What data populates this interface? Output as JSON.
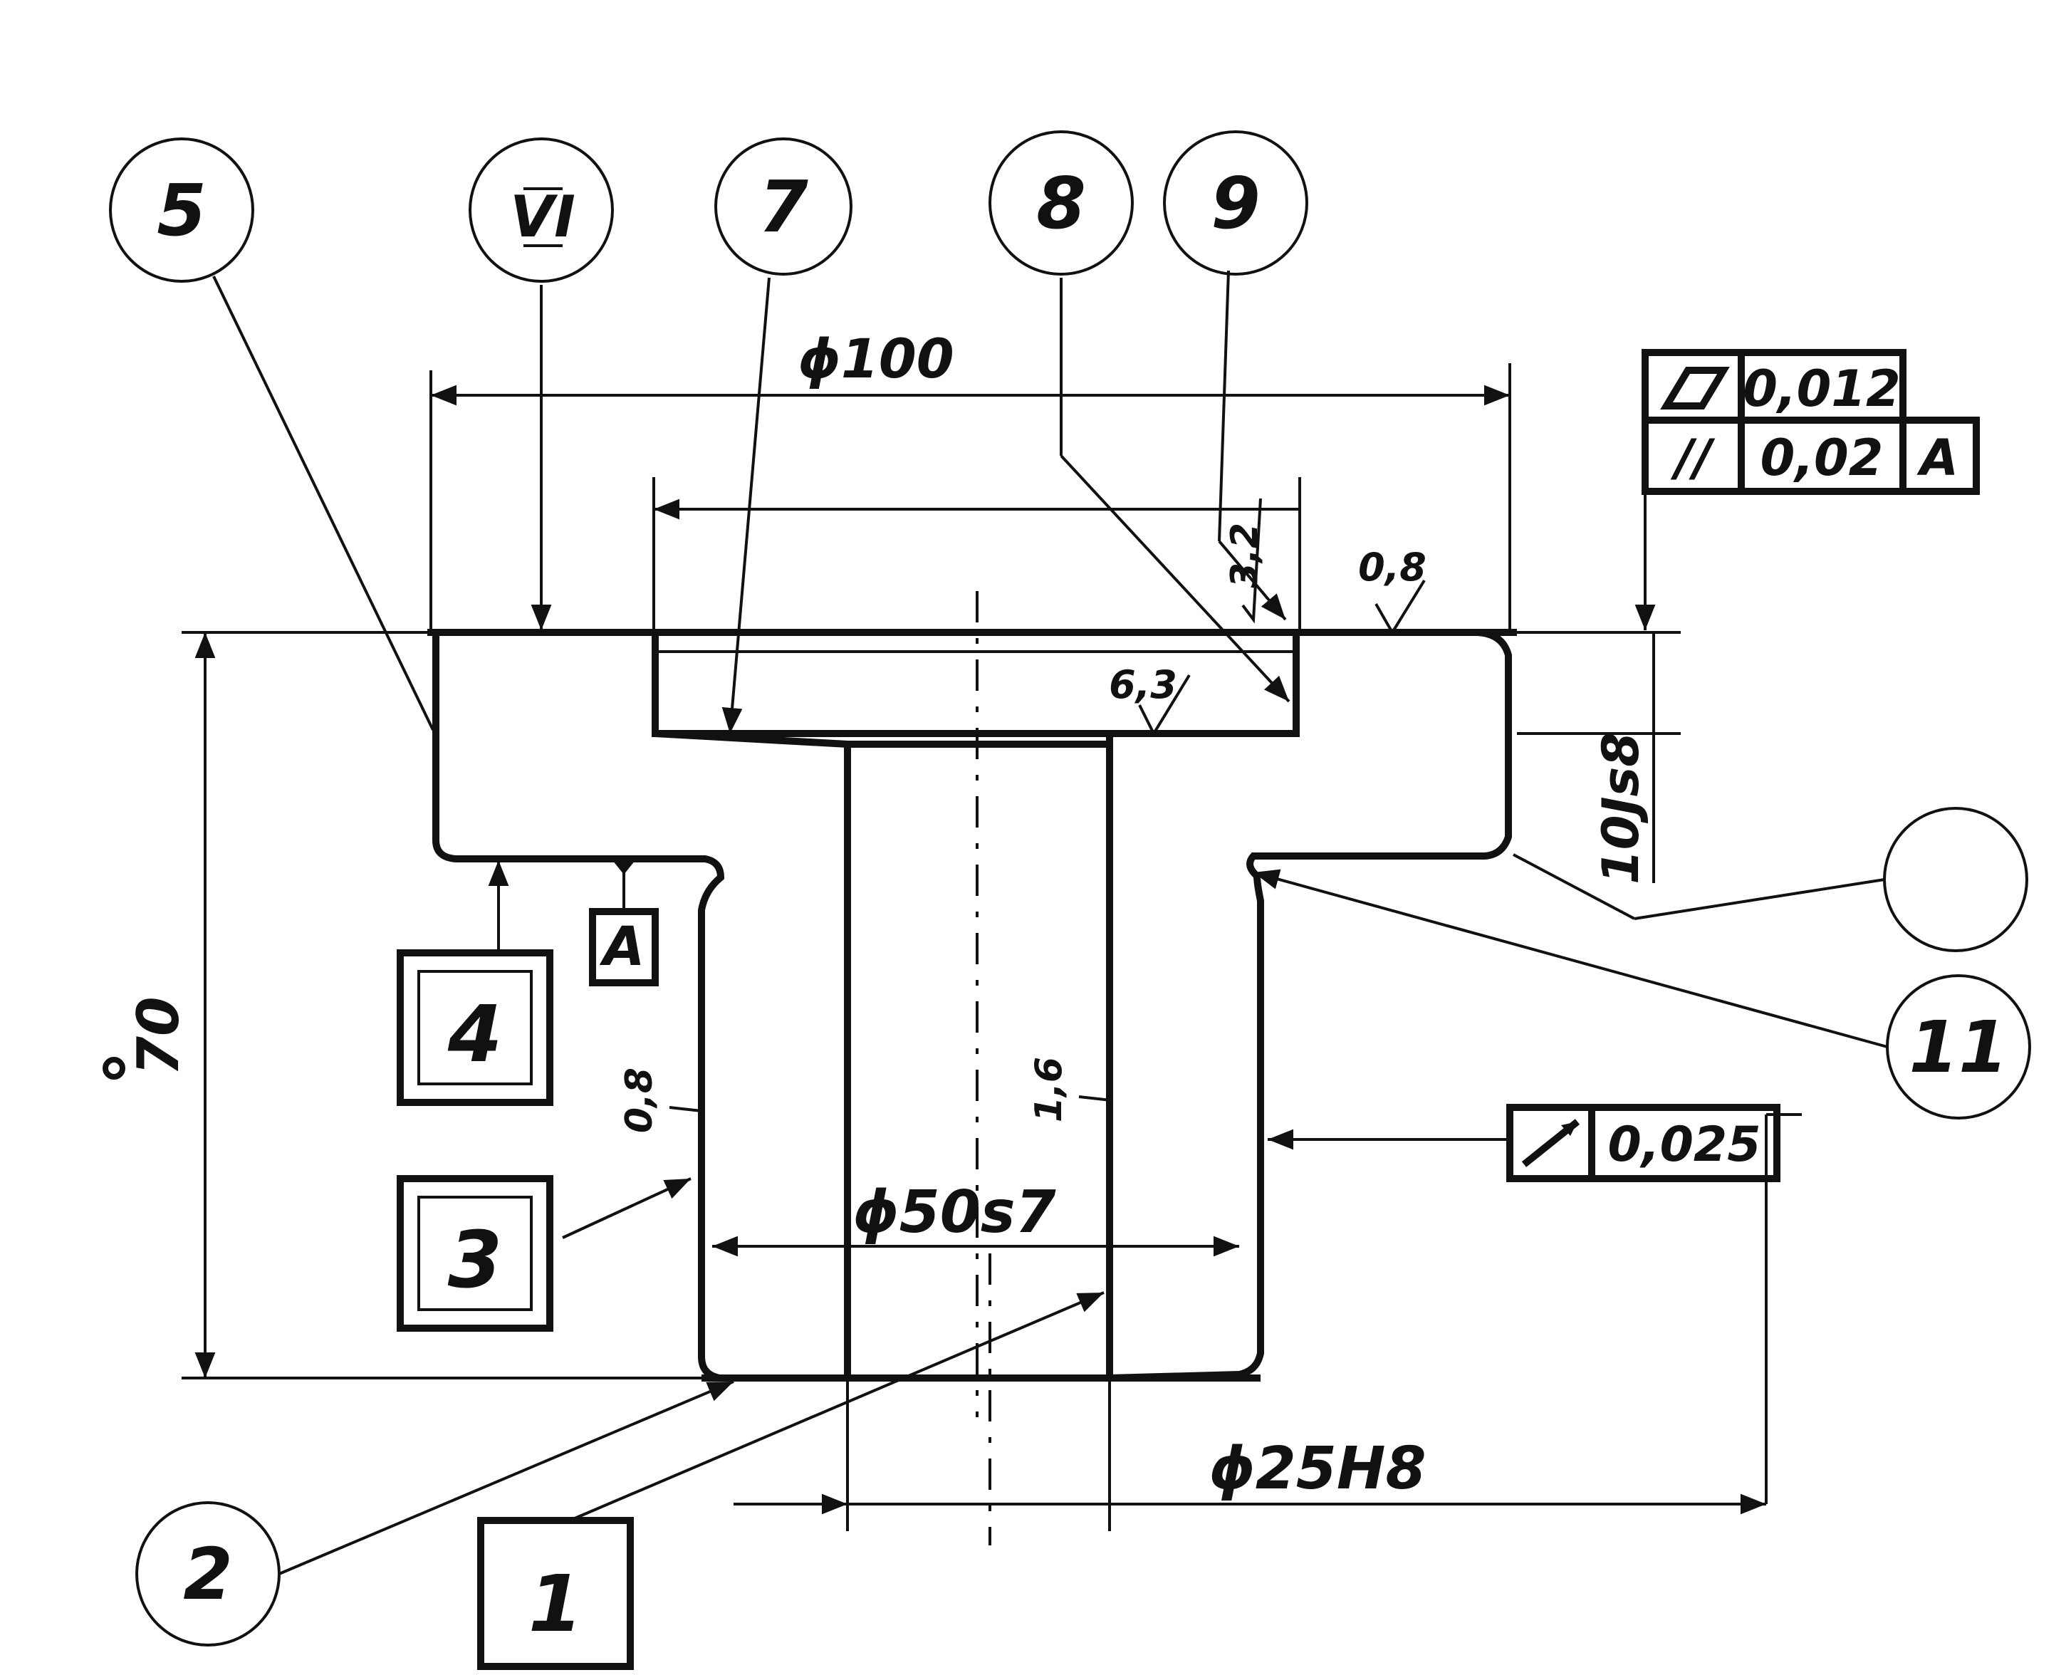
{
  "colors": {
    "ink": "#111111",
    "paper": "#ffffff"
  },
  "callouts": {
    "c5": "5",
    "c6": "VI",
    "c7": "7",
    "c8": "8",
    "c9": "9",
    "c11": "11",
    "c2": "2",
    "blank": ""
  },
  "boxes": {
    "b4": "4",
    "b3": "3",
    "b1": "1"
  },
  "datum": "A",
  "dimensions": {
    "d100": "ϕ100",
    "d70": "70",
    "d10": "10Js8",
    "d50": "ϕ50s7",
    "d25": "ϕ25H8"
  },
  "roughness": {
    "r08_top": "0,8",
    "r63": "6,3",
    "r32": "3,2",
    "r08_left": "0,8",
    "r16": "1,6"
  },
  "tolerances": {
    "flatness_symbol": "flatness-icon",
    "flatness_value": "0,012",
    "parallel_symbol": "//",
    "parallel_value": "0,02",
    "parallel_datum": "A",
    "runout_symbol": "runout-icon",
    "runout_value": "0,025"
  }
}
